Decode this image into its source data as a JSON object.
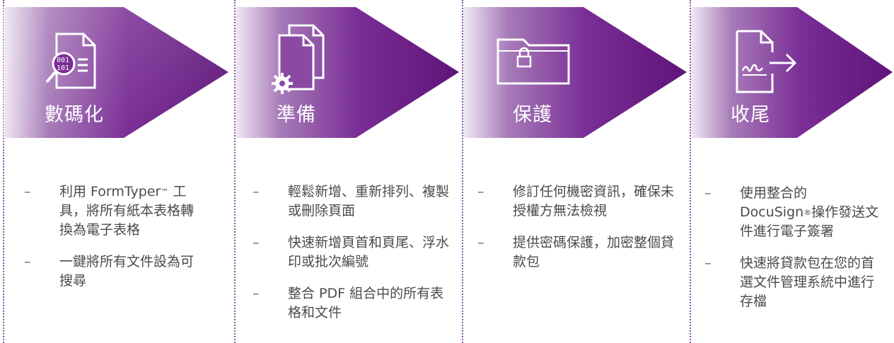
{
  "colors": {
    "primary": "#6e1f8a",
    "light": "#efe6f2",
    "accent_text": "#ffffff"
  },
  "stages": [
    {
      "title": "數碼化",
      "icon": "document-search-binary-icon",
      "bullets": [
        {
          "pre": "利用 FormTyper",
          "sup": "™",
          "post": " 工具，將所有紙本表格轉換為電子表格"
        },
        {
          "pre": "一鍵將所有文件設為可搜尋",
          "sup": "",
          "post": ""
        }
      ]
    },
    {
      "title": "準備",
      "icon": "documents-gear-icon",
      "bullets": [
        {
          "pre": "輕鬆新增、重新排列、複製或刪除頁面",
          "sup": "",
          "post": ""
        },
        {
          "pre": "快速新增頁首和頁尾、浮水印或批次編號",
          "sup": "",
          "post": ""
        },
        {
          "pre": "整合 PDF 組合中的所有表格和文件",
          "sup": "",
          "post": ""
        }
      ]
    },
    {
      "title": "保護",
      "icon": "folder-lock-icon",
      "bullets": [
        {
          "pre": "修訂任何機密資訊，確保未授權方無法檢視",
          "sup": "",
          "post": ""
        },
        {
          "pre": "提供密碼保護，加密整個貸款包",
          "sup": "",
          "post": ""
        }
      ]
    },
    {
      "title": "收尾",
      "icon": "document-signature-arrow-icon",
      "bullets": [
        {
          "pre": "使用整合的 DocuSign",
          "sup": "®",
          "post": "操作發送文件進行電子簽署"
        },
        {
          "pre": "快速將貸款包在您的首選文件管理系統中進行存檔",
          "sup": "",
          "post": ""
        }
      ]
    }
  ]
}
